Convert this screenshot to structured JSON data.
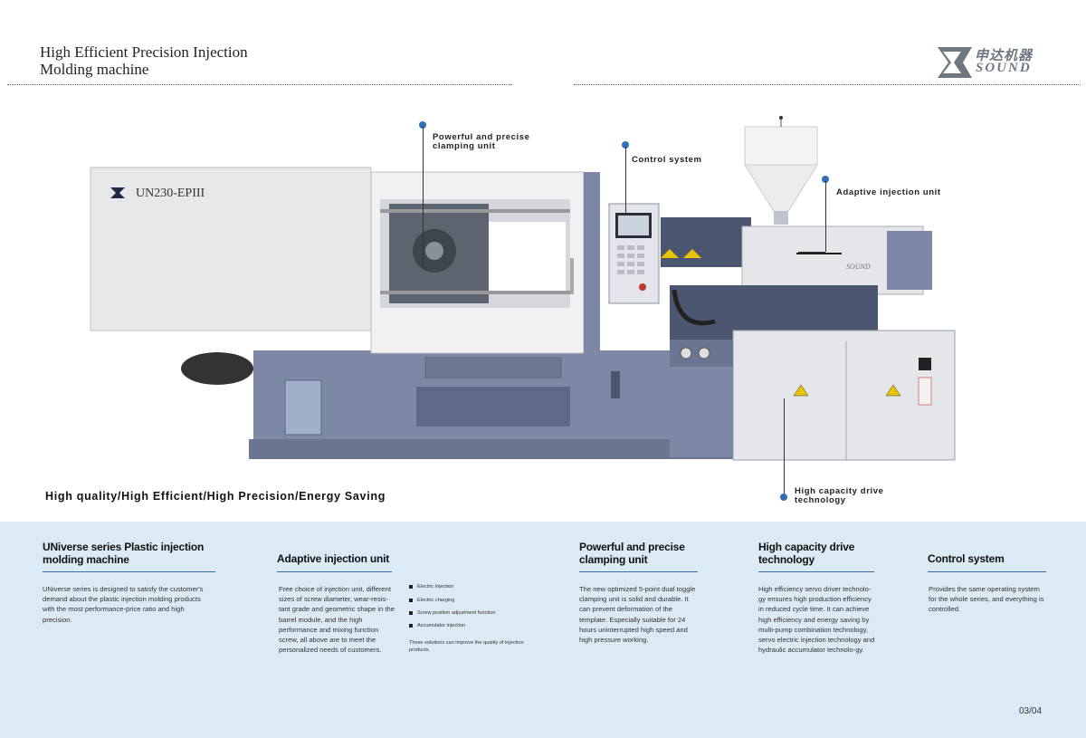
{
  "header": {
    "title_line1": "High Efficient Precision Injection",
    "title_line2": "Molding machine"
  },
  "logo": {
    "cn": "申达机器",
    "en": "SOUND"
  },
  "machine": {
    "model_label": "UN230-EPIII",
    "brand_label": "SOUND"
  },
  "callouts": {
    "clamping_line1": "Powerful and precise",
    "clamping_line2": "clamping unit",
    "control": "Control system",
    "injection": "Adaptive injection unit",
    "drive_line1": "High capacity drive",
    "drive_line2": "technology"
  },
  "tagline": "High quality/High Efficient/High Precision/Energy Saving",
  "columns": {
    "universe": {
      "title_line1": "UNiverse series Plastic injection",
      "title_line2": "molding machine",
      "text": "UNiverse series is designed to satisfy the customer's demand about the plastic injection molding products with the most performance-price ratio and high precision."
    },
    "adaptive": {
      "title": "Adaptive injection unit",
      "text": "Free choice of injection unit, different sizes of screw diameter, wear-resis-tant grade and geometric shape in the barrel module, and the high performance and mixing function screw, all above are to meet the personalized needs of customers.",
      "bullets": [
        "Electric injection",
        "Electric charging",
        "Screw position adjustment function",
        "Accumulator injection"
      ],
      "note": "These solutions can improve the quality of injection products."
    },
    "clamping": {
      "title_line1": "Powerful and precise",
      "title_line2": "clamping unit",
      "text": "The new optimized 5-point dual toggle clamping unit is solid and durable. It can prevent deformation of the template. Especially suitable for 24 hours uninterrupted high speed and high pressure working."
    },
    "drive": {
      "title_line1": "High capacity drive",
      "title_line2": "technology",
      "text": "High efficiency servo driver technolo-gy ensures high production efficiency in reduced cycle time. It can achieve high efficiency and energy saving by multi-pump combination technology, servo electric injection technology and hydraulic accumulator technolo-gy."
    },
    "control": {
      "title": "Control system",
      "text": "Provides the same operating system for the whole series, and everything is controlled."
    }
  },
  "page_number": "03/04",
  "colors": {
    "accent_blue": "#2f6fb5",
    "band": "#dbeaf4",
    "machine_gray": "#7c88a6"
  }
}
